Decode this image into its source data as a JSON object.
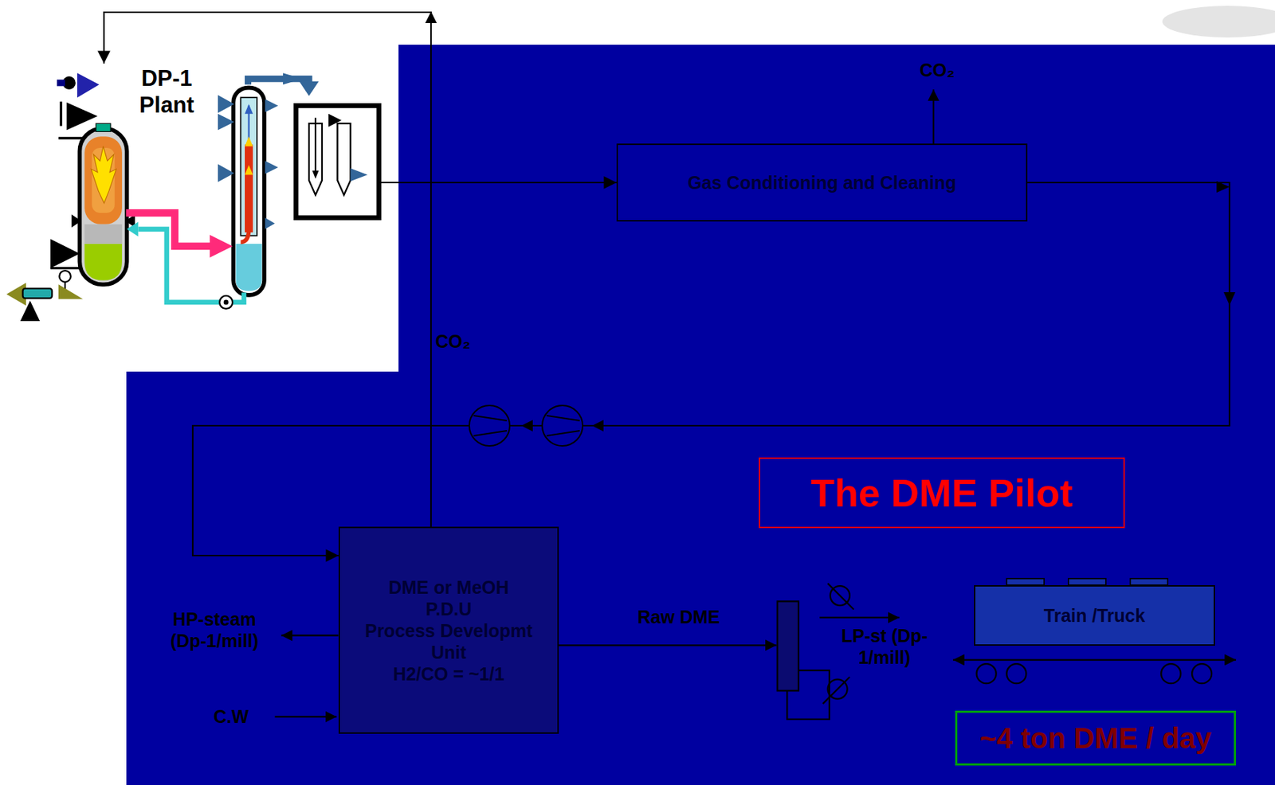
{
  "diagram": {
    "nodes": [
      {
        "text": [
          "DP-1 Plant"
        ]
      },
      {
        "text": [
          "Gas Conditioning and Cleaning"
        ]
      },
      {
        "text": [
          "DME or MeOH",
          "P.D.U",
          "Process Developmt Unit",
          "H2/CO = ~1/1"
        ]
      },
      {
        "text": [
          "Train /Truck"
        ]
      },
      {
        "text": [
          "The DME Pilot"
        ]
      },
      {
        "text": [
          "~4 ton DME / day"
        ]
      }
    ],
    "edges": [
      {
        "from": 0,
        "to": 1,
        "arrow": "to"
      },
      {
        "from": 1,
        "to": 2,
        "arrow": "to"
      },
      {
        "from": 2,
        "to": 0,
        "arrow": "to",
        "label": "CO₂"
      }
    ],
    "labels": [
      "CO₂",
      "HP-steam (Dp-1/mill)",
      "C.W",
      "Raw DME",
      "LP-st (Dp-1/mill)"
    ]
  }
}
